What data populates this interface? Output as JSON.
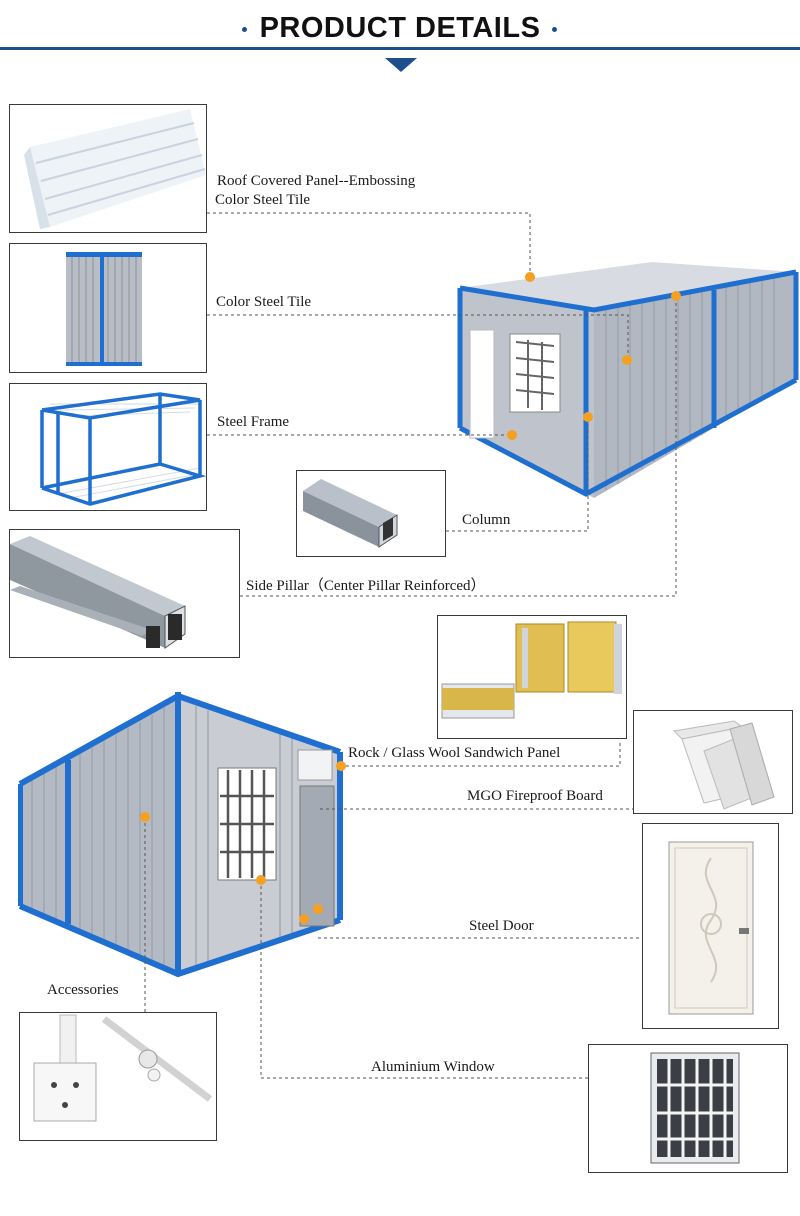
{
  "header": {
    "title": "PRODUCT DETAILS"
  },
  "labels": {
    "roof_line1": "Roof Covered  Panel--Embossing",
    "roof_line2": "Color Steel Tile",
    "color_steel_tile": "Color Steel Tile",
    "steel_frame": "Steel  Frame",
    "column": "Column",
    "side_pillar": "Side Pillar（Center Pillar Reinforced）",
    "sandwich_panel": "Rock / Glass Wool Sandwich Panel",
    "mgo_board": "MGO Fireproof Board",
    "steel_door": "Steel Door",
    "accessories": "Accessories",
    "aluminium_window": "Aluminium Window"
  },
  "colors": {
    "brand_blue": "#1f4e8f",
    "frame_blue": "#1f6fd1",
    "marker_orange": "#f5a020",
    "panel_silver": "#b9bec6"
  }
}
